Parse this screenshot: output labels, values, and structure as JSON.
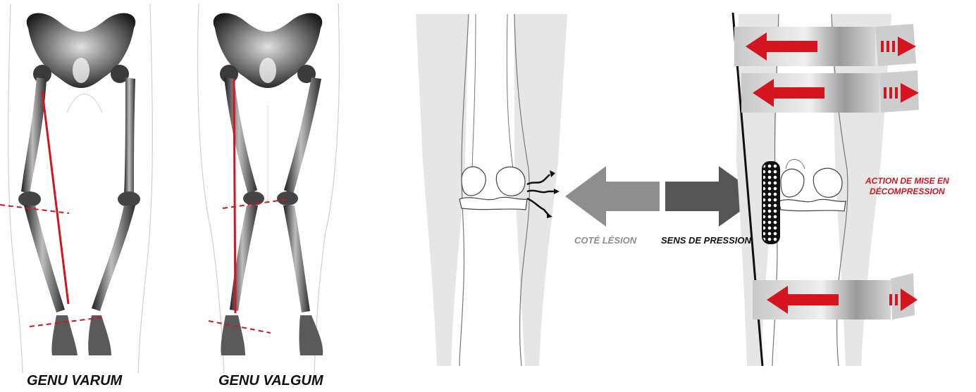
{
  "figures": {
    "varum": {
      "label": "GENU VARUM"
    },
    "valgum": {
      "label": "GENU VALGUM"
    }
  },
  "knee_diagram": {
    "lesion_label": "COTÉ LÉSION",
    "pressure_label": "SENS DE PRESSION",
    "decompression_line1": "ACTION DE MISE EN",
    "decompression_line2": "DÉCOMPRESSION"
  },
  "colors": {
    "accent_red": "#d4151f",
    "bone_dark": "#2a2a2a",
    "bone_light": "#9a9a9a",
    "skin_fill": "#e6e6e6",
    "arrow_light": "#8e8e8e",
    "arrow_dark": "#555555"
  }
}
